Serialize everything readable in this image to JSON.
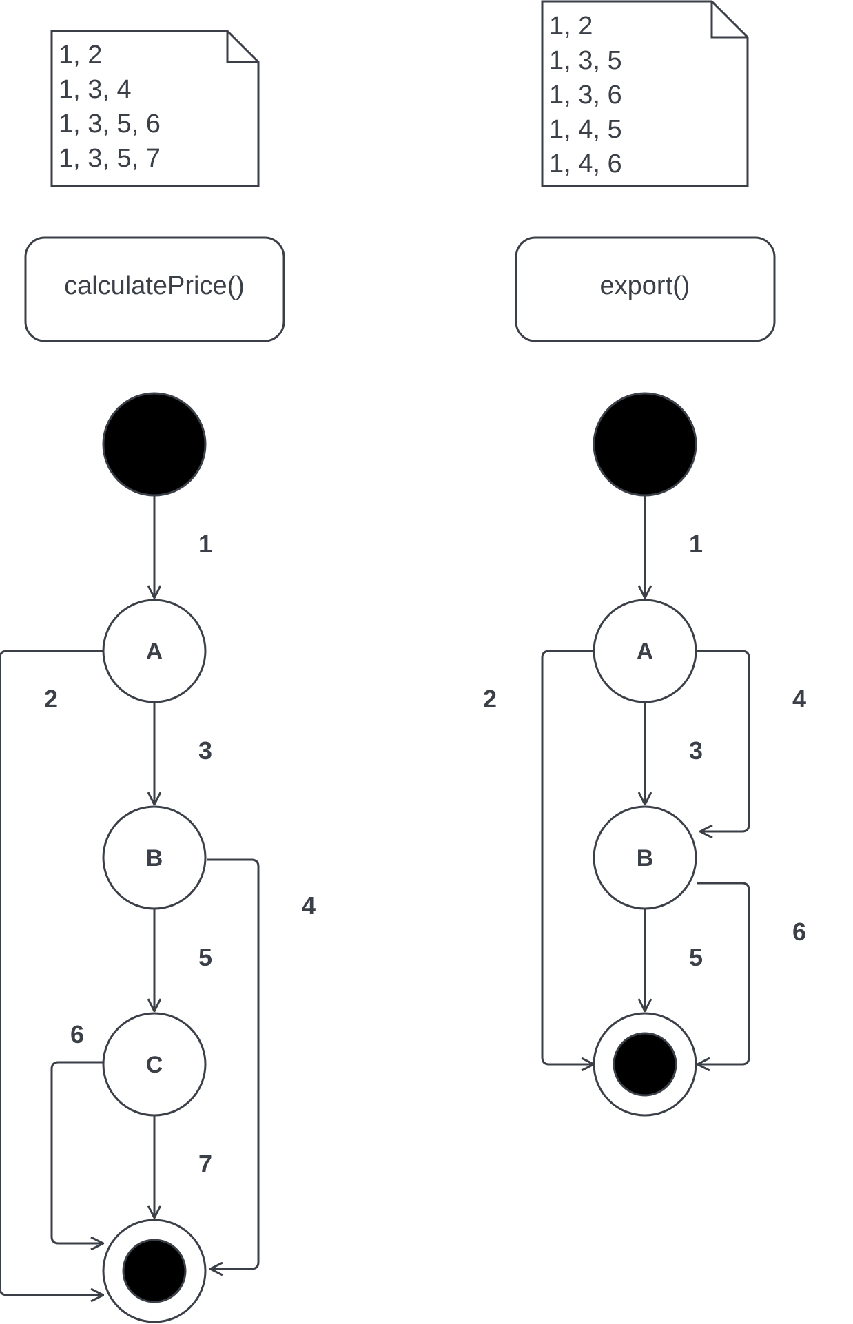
{
  "diagrams": [
    {
      "title": "calculatePrice()",
      "paths": [
        "1, 2",
        "1, 3, 4",
        "1, 3, 5, 6",
        "1, 3, 5, 7"
      ],
      "nodes": [
        "A",
        "B",
        "C"
      ],
      "edges": [
        "1",
        "2",
        "3",
        "4",
        "5",
        "6",
        "7"
      ]
    },
    {
      "title": "export()",
      "paths": [
        "1, 2",
        "1, 3, 5",
        "1, 3, 6",
        "1, 4, 5",
        "1, 4, 6"
      ],
      "nodes": [
        "A",
        "B"
      ],
      "edges": [
        "1",
        "2",
        "3",
        "4",
        "5",
        "6"
      ]
    }
  ],
  "colors": {
    "stroke": "#3b3f47",
    "fill_solid": "#000000",
    "background": "#ffffff"
  }
}
